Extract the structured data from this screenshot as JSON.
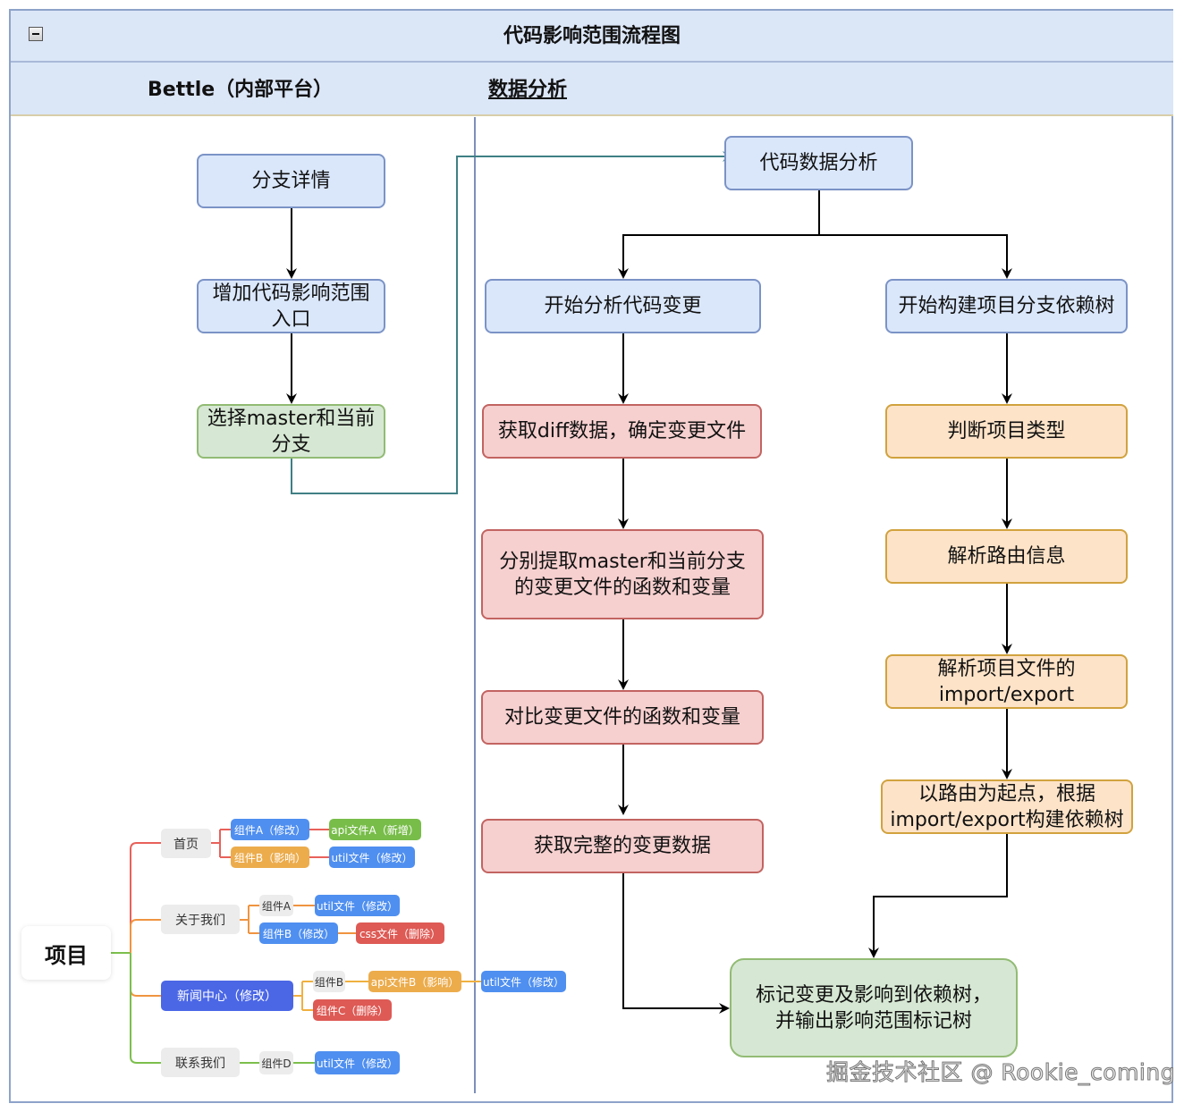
{
  "diagram": {
    "title": "代码影响范围流程图",
    "collapse_icon": "minus-square-icon",
    "lanes": [
      {
        "label": "Bettle（内部平台）"
      },
      {
        "label": "数据分析"
      }
    ],
    "nodes": {
      "branch_detail": "分支详情",
      "add_entry": "增加代码影响范围入口",
      "select_branch": "选择master和当前分支",
      "code_analysis": "代码数据分析",
      "start_change_analysis": "开始分析代码变更",
      "start_build_tree": "开始构建项目分支依赖树",
      "get_diff": "获取diff数据，确定变更文件",
      "extract_funcs": "分别提取master和当前分支的变更文件的函数和变量",
      "compare_funcs": "对比变更文件的函数和变量",
      "full_change_data": "获取完整的变更数据",
      "judge_type": "判断项目类型",
      "parse_routes": "解析路由信息",
      "parse_imports": "解析项目文件的import/export",
      "build_tree": "以路由为起点，根据import/export构建依赖树",
      "mark_output": "标记变更及影响到依赖树，并输出影响范围标记树"
    },
    "node_lines": {
      "add_entry": [
        "增加代码影响范围",
        "入口"
      ],
      "select_branch": [
        "选择master和当前",
        "分支"
      ],
      "extract_funcs": [
        "分别提取master和当前分支",
        "的变更文件的函数和变量"
      ],
      "parse_imports": [
        "解析项目文件的",
        "import/export"
      ],
      "build_tree": [
        "以路由为起点，根据",
        "import/export构建依赖树"
      ],
      "mark_output": [
        "标记变更及影响到依赖树，",
        "并输出影响范围标记树"
      ]
    },
    "colors": {
      "blue_fill": "#dae7fb",
      "green_fill": "#d6e8d3",
      "red_fill": "#f6cfcf",
      "orange_fill": "#fde3c8",
      "cross_lane_link": "#3f7f85"
    }
  },
  "mindmap": {
    "root": "项目",
    "pages": [
      {
        "label": "首页",
        "children": [
          {
            "label": "组件A（修改）",
            "next": [
              "api文件A（新增）"
            ]
          },
          {
            "label": "组件B（影响）",
            "next": [
              "util文件（修改）"
            ]
          }
        ]
      },
      {
        "label": "关于我们",
        "children": [
          {
            "label": "组件A",
            "next": [
              "util文件（修改）"
            ]
          },
          {
            "label": "组件B（修改）",
            "next": [
              "css文件（删除）"
            ]
          }
        ]
      },
      {
        "label": "新闻中心（修改）",
        "children": [
          {
            "label": "组件B",
            "next": [
              "api文件B（影响）",
              "util文件（修改）"
            ]
          },
          {
            "label": "组件C（删除）",
            "next": []
          }
        ]
      },
      {
        "label": "联系我们",
        "children": [
          {
            "label": "组件D",
            "next": [
              "util文件（修改）"
            ]
          }
        ]
      }
    ]
  },
  "watermark": "掘金技术社区 @ Rookie_coming"
}
